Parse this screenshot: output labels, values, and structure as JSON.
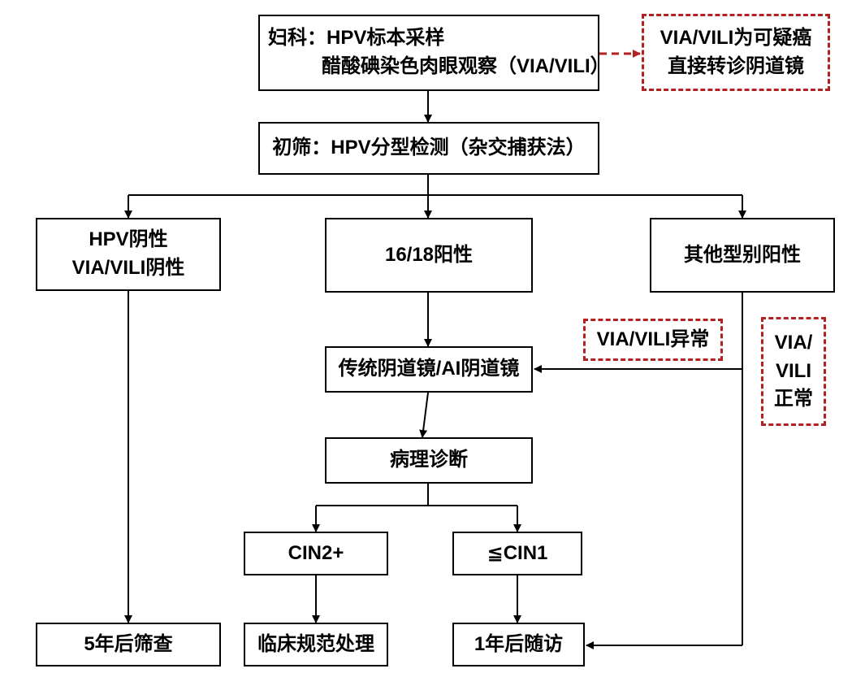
{
  "colors": {
    "line": "#000000",
    "dashed": "#b22222"
  },
  "boxes": {
    "sampling": {
      "line1": "妇科：HPV标本采样",
      "line2": "醋酸碘染色肉眼观察（VIA/VILI）"
    },
    "suspect": {
      "line1": "VIA/VILI为可疑癌",
      "line2": "直接转诊阴道镜"
    },
    "screen": {
      "label": "初筛：HPV分型检测（杂交捕获法）"
    },
    "hpv_neg": {
      "line1": "HPV阴性",
      "line2": "VIA/VILI阴性"
    },
    "pos_16_18": {
      "label": "16/18阳性"
    },
    "other_pos": {
      "label": "其他型别阳性"
    },
    "via_abnormal": {
      "label": "VIA/VILI异常"
    },
    "via_normal": {
      "line1": "VIA/",
      "line2": "VILI",
      "line3": "正常"
    },
    "colposcopy": {
      "label": "传统阴道镜/AI阴道镜"
    },
    "pathology": {
      "label": "病理诊断"
    },
    "cin2": {
      "label": "CIN2+"
    },
    "cin1": {
      "label": "≦CIN1"
    },
    "five_year": {
      "label": "5年后筛查"
    },
    "clinical": {
      "label": "临床规范处理"
    },
    "one_year": {
      "label": "1年后随访"
    }
  }
}
